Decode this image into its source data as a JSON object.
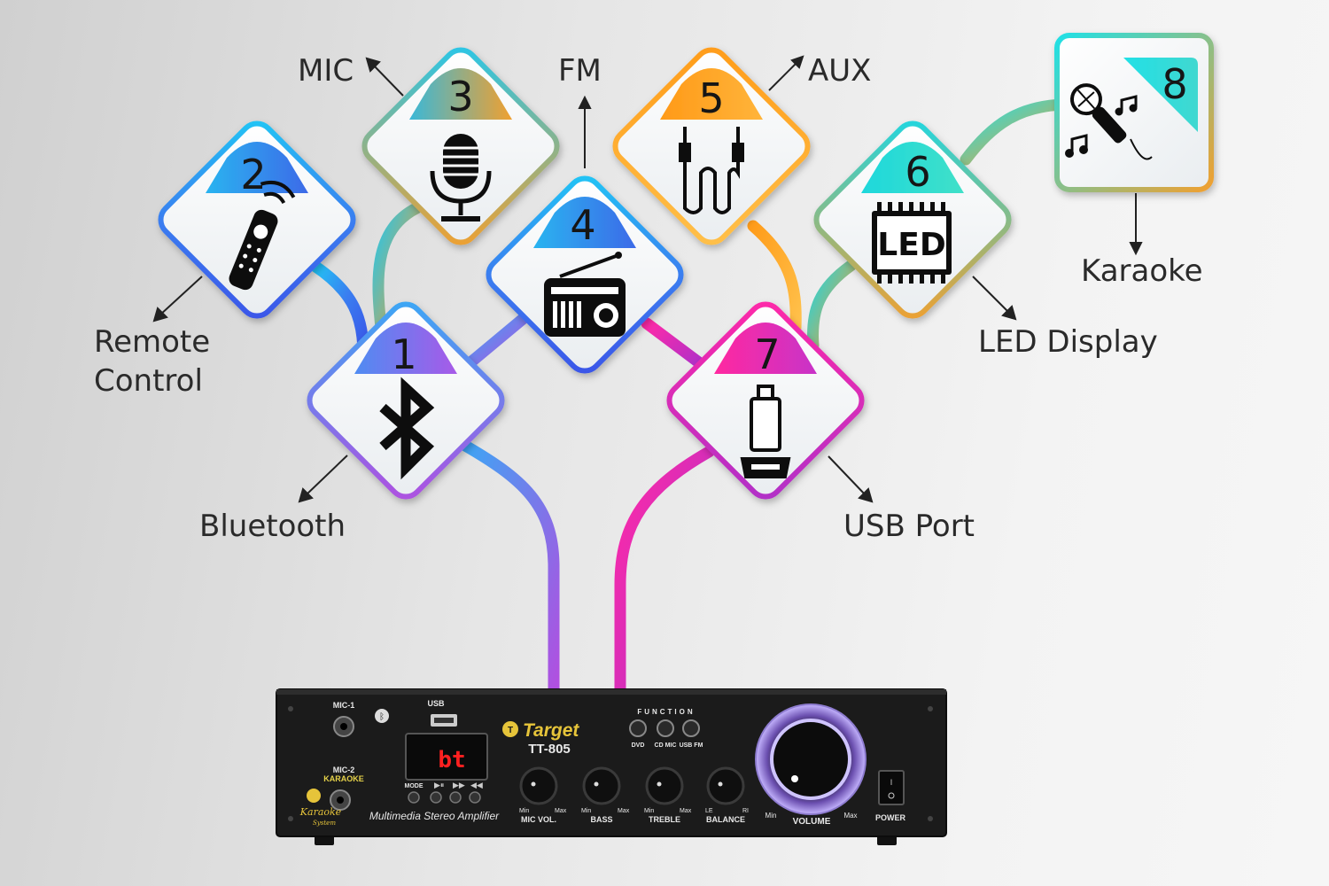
{
  "features": [
    {
      "number": "1",
      "label": "Bluetooth",
      "icon": "bluetooth-icon"
    },
    {
      "number": "2",
      "label": "Remote Control",
      "label_lines": [
        "Remote",
        "Control"
      ],
      "icon": "remote-control-icon"
    },
    {
      "number": "3",
      "label": "MIC",
      "icon": "microphone-icon"
    },
    {
      "number": "4",
      "label": "FM",
      "icon": "radio-icon"
    },
    {
      "number": "5",
      "label": "AUX",
      "icon": "aux-cable-icon"
    },
    {
      "number": "6",
      "label": "LED Display",
      "icon": "led-display-icon",
      "icon_text": "LED"
    },
    {
      "number": "7",
      "label": "USB Port",
      "icon": "usb-drive-icon"
    },
    {
      "number": "8",
      "label": "Karaoke",
      "icon": "karaoke-mic-icon"
    }
  ],
  "amplifier": {
    "brand": "Target",
    "model": "TT-805",
    "subtitle": "Multimedia Stereo Amplifier",
    "display_text": "bt",
    "mic1_label": "MIC-1",
    "mic2_label": "MIC-2",
    "karaoke_label": "KARAOKE",
    "usb_label": "USB",
    "function_label": "FUNCTION",
    "function_buttons": [
      "DVD",
      "CD MIC",
      "USB FM"
    ],
    "mode_label": "MODE",
    "knobs": [
      {
        "label": "MIC VOL.",
        "min": "Min",
        "max": "Max"
      },
      {
        "label": "BASS",
        "min": "Min",
        "max": "Max"
      },
      {
        "label": "TREBLE",
        "min": "Min",
        "max": "Max"
      },
      {
        "label": "BALANCE",
        "min": "LE",
        "max": "RI"
      }
    ],
    "volume": {
      "label": "VOLUME",
      "min": "Min",
      "max": "Max"
    },
    "power_label": "POWER",
    "logo_text": [
      "Karaoke",
      "System"
    ]
  },
  "colors": {
    "bluetooth": "#8a55e0",
    "remote": "#3a7ef0",
    "mic": "#f0a030",
    "fm": "#3a80f0",
    "aux": "#ffa41c",
    "led": "#2ad6d8",
    "usb": "#e0208e",
    "karaoke": "#22dde0",
    "panel": "#1b1b1b"
  }
}
